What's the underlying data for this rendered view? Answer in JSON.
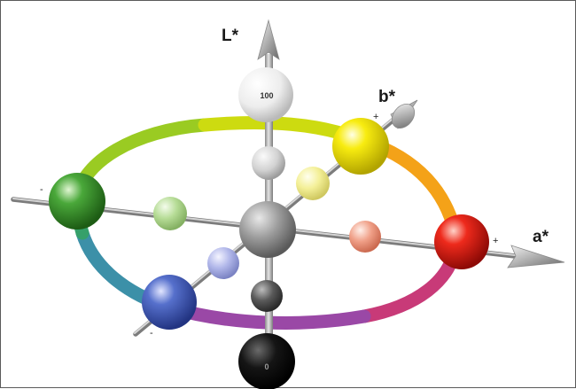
{
  "axes": {
    "l_label": "L*",
    "a_label": "a*",
    "b_label": "b*"
  },
  "signs": {
    "a_positive": "+",
    "a_negative": "-",
    "b_positive": "+",
    "b_negative": "-"
  },
  "balls": {
    "white_value": "100",
    "black_value": "0"
  },
  "colors": {
    "white": "#f2f2f2",
    "light_gray": "#d6d6d6",
    "center_gray": "#9a9a9a",
    "dark_gray": "#555555",
    "black": "#111111",
    "red": "#e41b1b",
    "yellow": "#f2e600",
    "green": "#3f9e2c",
    "blue": "#4a63c4",
    "light_red": "#f0a08a",
    "light_yellow": "#f4f09a",
    "light_green": "#b6dc96",
    "light_blue": "#b0b6e8"
  }
}
